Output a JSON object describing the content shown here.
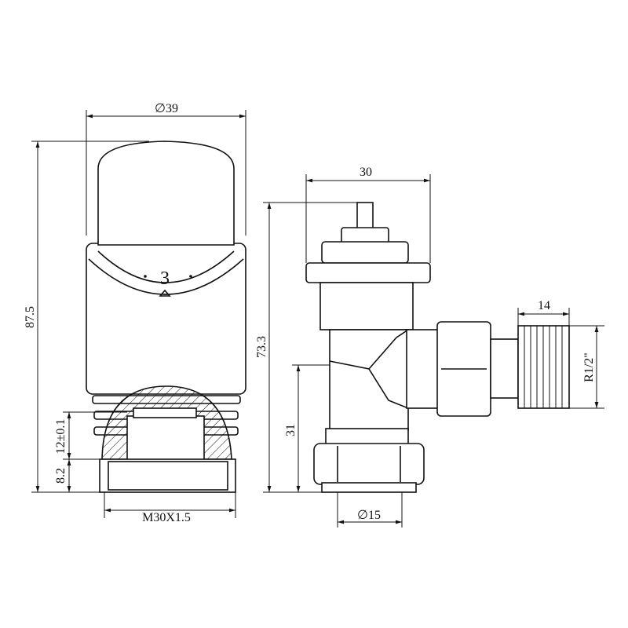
{
  "left_view": {
    "diameter_label": "∅39",
    "height_label": "87.5",
    "thread_label": "M30X1.5",
    "inner_label": "12±0.1",
    "base_label": "8.2",
    "dial_number": "3"
  },
  "right_view": {
    "width_label": "30",
    "height_label": "73.3",
    "outlet_height_label": "31",
    "thread_length_label": "14",
    "thread_label": "R1/2\"",
    "pipe_label": "∅15"
  },
  "colors": {
    "line": "#111111",
    "background": "#ffffff"
  }
}
